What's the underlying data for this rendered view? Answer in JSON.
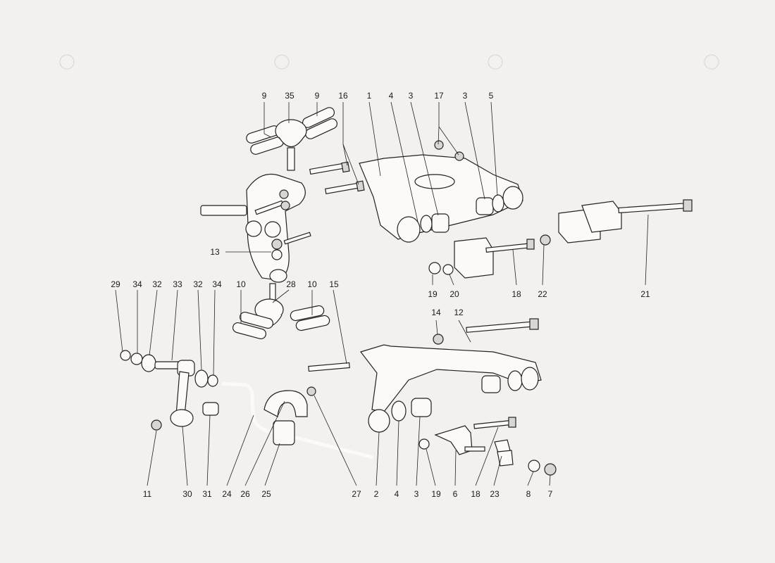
{
  "diagram": {
    "type": "exploded parts view",
    "callouts": [
      {
        "id": "c9a",
        "label": "9"
      },
      {
        "id": "c35",
        "label": "35"
      },
      {
        "id": "c9b",
        "label": "9"
      },
      {
        "id": "c16",
        "label": "16"
      },
      {
        "id": "c1",
        "label": "1"
      },
      {
        "id": "c4a",
        "label": "4"
      },
      {
        "id": "c3a",
        "label": "3"
      },
      {
        "id": "c17",
        "label": "17"
      },
      {
        "id": "c3b",
        "label": "3"
      },
      {
        "id": "c5",
        "label": "5"
      },
      {
        "id": "c13",
        "label": "13"
      },
      {
        "id": "c19a",
        "label": "19"
      },
      {
        "id": "c20",
        "label": "20"
      },
      {
        "id": "c18a",
        "label": "18"
      },
      {
        "id": "c22",
        "label": "22"
      },
      {
        "id": "c21",
        "label": "21"
      },
      {
        "id": "c29",
        "label": "29"
      },
      {
        "id": "c34a",
        "label": "34"
      },
      {
        "id": "c32a",
        "label": "32"
      },
      {
        "id": "c33",
        "label": "33"
      },
      {
        "id": "c32b",
        "label": "32"
      },
      {
        "id": "c34b",
        "label": "34"
      },
      {
        "id": "c10a",
        "label": "10"
      },
      {
        "id": "c28",
        "label": "28"
      },
      {
        "id": "c10b",
        "label": "10"
      },
      {
        "id": "c15",
        "label": "15"
      },
      {
        "id": "c14",
        "label": "14"
      },
      {
        "id": "c12",
        "label": "12"
      },
      {
        "id": "c11",
        "label": "11"
      },
      {
        "id": "c30",
        "label": "30"
      },
      {
        "id": "c31",
        "label": "31"
      },
      {
        "id": "c24",
        "label": "24"
      },
      {
        "id": "c26",
        "label": "26"
      },
      {
        "id": "c25",
        "label": "25"
      },
      {
        "id": "c27",
        "label": "27"
      },
      {
        "id": "c2",
        "label": "2"
      },
      {
        "id": "c4b",
        "label": "4"
      },
      {
        "id": "c3c",
        "label": "3"
      },
      {
        "id": "c19b",
        "label": "19"
      },
      {
        "id": "c6",
        "label": "6"
      },
      {
        "id": "c18b",
        "label": "18"
      },
      {
        "id": "c23",
        "label": "23"
      },
      {
        "id": "c8",
        "label": "8"
      },
      {
        "id": "c7",
        "label": "7"
      }
    ]
  }
}
